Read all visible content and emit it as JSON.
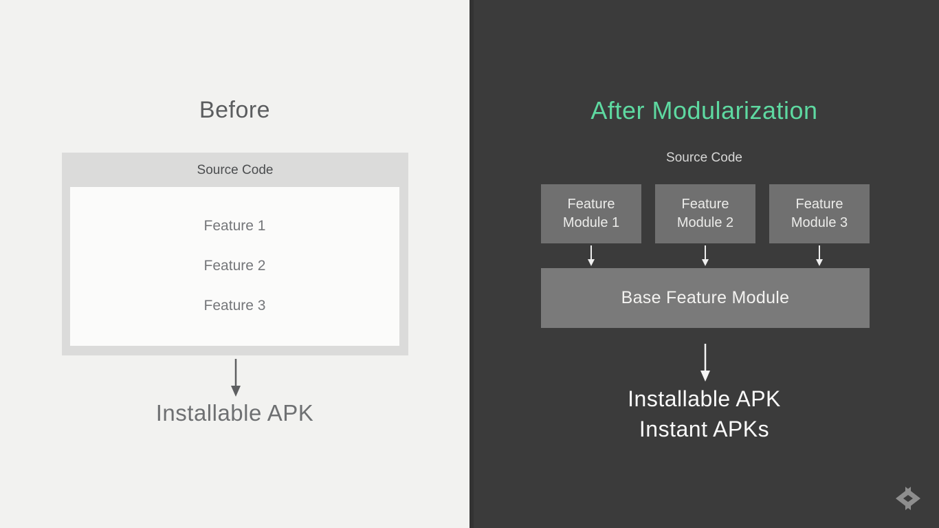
{
  "left_panel": {
    "title": "Before",
    "box": {
      "header": "Source Code",
      "features": [
        "Feature 1",
        "Feature 2",
        "Feature 3"
      ]
    },
    "output": "Installable APK"
  },
  "right_panel": {
    "title": "After Modularization",
    "source_label": "Source Code",
    "modules": [
      "Feature Module 1",
      "Feature Module 2",
      "Feature Module 3"
    ],
    "base_module": "Base Feature Module",
    "outputs": [
      "Installable APK",
      "Instant APKs"
    ]
  },
  "icons": {
    "down_arrow": "down-arrow",
    "logo": "google-developers-logo"
  },
  "colors": {
    "left_bg": "#f2f2f0",
    "right_bg": "#3b3b3b",
    "accent_green": "#5ed9a1",
    "outer_box_gray": "#dbdbda",
    "inner_box_white": "#fbfbfa",
    "module_gray": "#707070",
    "base_module_gray": "#7a7a7a",
    "logo_gray": "#8e8e8e"
  }
}
